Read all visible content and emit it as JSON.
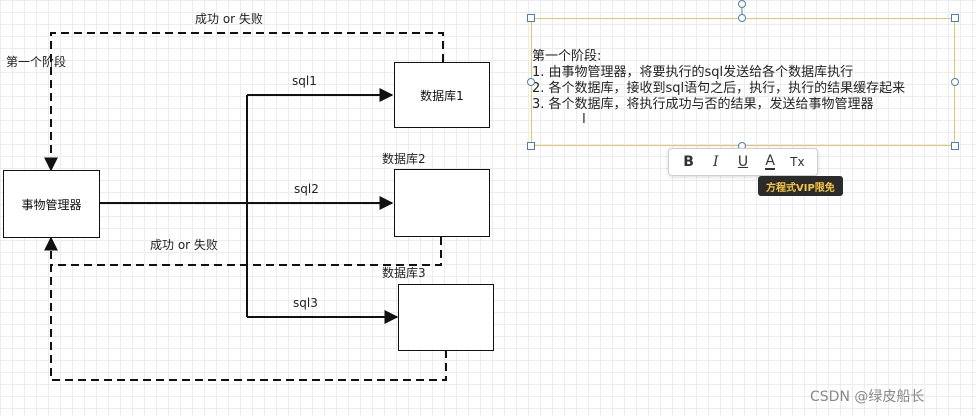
{
  "diagram": {
    "stage_label": "第一个阶段",
    "manager_label": "事物管理器",
    "databases": [
      {
        "label": "数据库1",
        "label_inside": true
      },
      {
        "label": "数据库2",
        "label_inside": false
      },
      {
        "label": "数据库3",
        "label_inside": false
      }
    ],
    "edges": [
      {
        "label": "sql1"
      },
      {
        "label": "sql2"
      },
      {
        "label": "sql3"
      }
    ],
    "feedback_labels": [
      "成功 or 失败",
      "成功 or 失败"
    ]
  },
  "textbox": {
    "lines": [
      "第一个阶段:",
      "1. 由事物管理器，将要执行的sql发送给各个数据库执行",
      "2. 各个数据库，接收到sql语句之后，执行，执行的结果缓存起来",
      "3.  各个数据库，将执行成功与否的结果，发送给事物管理器"
    ]
  },
  "toolbar": {
    "bold": "B",
    "italic": "I",
    "underline": "U",
    "font_color": "A",
    "clear_format": "Tx",
    "vip_badge": "方程式VIP限免"
  },
  "watermark": "CSDN @绿皮船长",
  "colors": {
    "line": "#111111",
    "selection": "#4a7fb0",
    "textbox_border": "#e9c46a",
    "badge_bg": "#2b2b2b",
    "badge_text": "#f5c542"
  }
}
